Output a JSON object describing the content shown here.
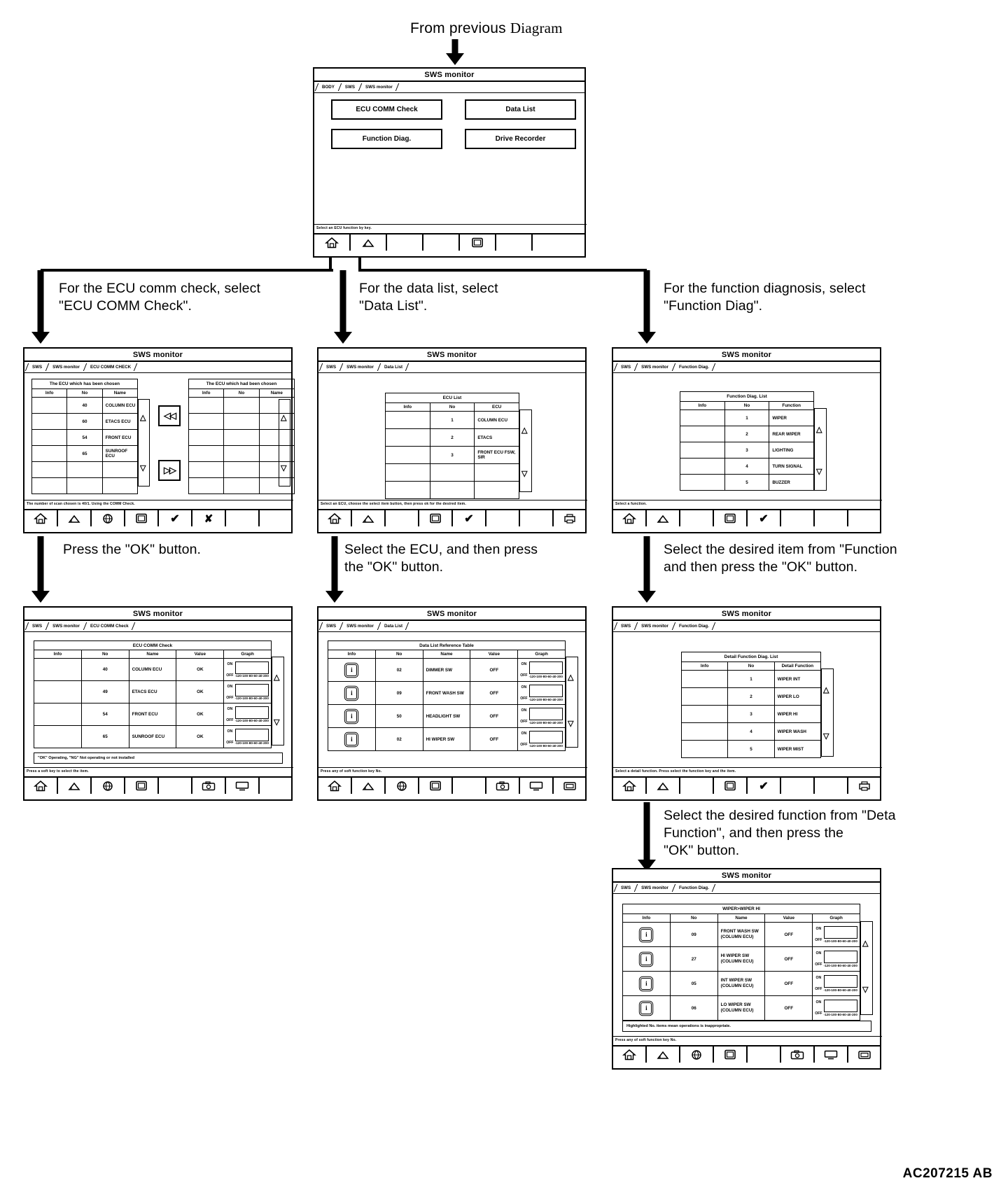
{
  "figure": {
    "code": "AC207215 AB",
    "top_caption": "From previous ",
    "top_caption_italic": "Diagram"
  },
  "instructions": {
    "ecu_comm": "For the ECU comm check, select\n\"ECU COMM Check\".",
    "data_list": "For the data list, select\n\"Data List\".",
    "function_diag": "For the function diagnosis, select\n\"Function Diag\".",
    "press_ok": "Press the \"OK\" button.",
    "select_ecu_ok": "Select the ECU, and then press\nthe \"OK\" button.",
    "select_item_function": "Select the desired item from \"Function\nand then press the \"OK\" button.",
    "select_detail_function": "Select the desired function from \"Deta\nFunction\", and then press the\n\"OK\" button."
  },
  "common": {
    "window_title": "SWS monitor",
    "info_glyph": "i",
    "up_arrow": "△",
    "down_arrow": "▽",
    "prev_arrow": "◁◁",
    "next_arrow": "▷▷",
    "check_glyph": "✔",
    "cross_glyph": "✘"
  },
  "screens": {
    "menu": {
      "title": "SWS monitor",
      "breadcrumbs": [
        "BODY",
        "SWS",
        "SWS monitor"
      ],
      "buttons": [
        "ECU COMM Check",
        "Data List",
        "Function Diag.",
        "Drive Recorder"
      ],
      "status": "Select an ECU function by key."
    },
    "ecu_comm_check_select": {
      "title": "SWS monitor",
      "breadcrumbs": [
        "SWS",
        "SWS monitor",
        "ECU COMM CHECK"
      ],
      "left_table_title": "The ECU which has been chosen",
      "right_table_title": "The ECU which had been chosen",
      "columns": [
        "Info",
        "No",
        "Name"
      ],
      "left_rows": [
        {
          "info": "",
          "no": "40",
          "name": "COLUMN ECU"
        },
        {
          "info": "",
          "no": "60",
          "name": "ETACS ECU"
        },
        {
          "info": "",
          "no": "54",
          "name": "FRONT ECU"
        },
        {
          "info": "",
          "no": "65",
          "name": "SUNROOF ECU"
        },
        {
          "info": "",
          "no": "",
          "name": ""
        },
        {
          "info": "",
          "no": "",
          "name": ""
        }
      ],
      "right_rows": [
        {
          "info": "",
          "no": "",
          "name": ""
        },
        {
          "info": "",
          "no": "",
          "name": ""
        },
        {
          "info": "",
          "no": "",
          "name": ""
        },
        {
          "info": "",
          "no": "",
          "name": ""
        },
        {
          "info": "",
          "no": "",
          "name": ""
        },
        {
          "info": "",
          "no": "",
          "name": ""
        }
      ],
      "status": "The number of scan chosen is 40/1. Using the COMM Check."
    },
    "ecu_comm_check_result": {
      "title": "SWS monitor",
      "breadcrumbs": [
        "SWS",
        "SWS monitor",
        "ECU COMM Check"
      ],
      "table_title": "ECU COMM Check",
      "columns": [
        "Info",
        "No",
        "Name",
        "Value",
        "Graph"
      ],
      "rows": [
        {
          "info": "",
          "no": "40",
          "name": "COLUMN ECU",
          "value": "OK"
        },
        {
          "info": "",
          "no": "49",
          "name": "ETACS ECU",
          "value": "OK"
        },
        {
          "info": "",
          "no": "54",
          "name": "FRONT ECU",
          "value": "OK"
        },
        {
          "info": "",
          "no": "65",
          "name": "SUNROOF ECU",
          "value": "OK"
        }
      ],
      "graph_labels": [
        "ON",
        "OFF"
      ],
      "graph_ticks": [
        "-120",
        "-100",
        "-80",
        "-60",
        "-40",
        "-20",
        "0"
      ],
      "note": "\"OK\" Operating, \"NG\" Not operating or not installed",
      "status": "Press a soft key to select the item."
    },
    "data_list_select": {
      "title": "SWS monitor",
      "breadcrumbs": [
        "SWS",
        "SWS monitor",
        "Data List"
      ],
      "table_title": "ECU List",
      "columns": [
        "Info",
        "No",
        "ECU"
      ],
      "rows": [
        {
          "info": "",
          "no": "1",
          "ecu": "COLUMN ECU"
        },
        {
          "info": "",
          "no": "2",
          "ecu": "ETACS"
        },
        {
          "info": "",
          "no": "3",
          "ecu": "FRONT ECU  FSW, SIR"
        },
        {
          "info": "",
          "no": "",
          "ecu": ""
        },
        {
          "info": "",
          "no": "",
          "ecu": ""
        }
      ],
      "status": "Select an ECU, choose the select item button, then press ok for the desired item."
    },
    "data_list_result": {
      "title": "SWS monitor",
      "breadcrumbs": [
        "SWS",
        "SWS monitor",
        "Data List"
      ],
      "table_title": "Data List Reference Table",
      "columns": [
        "Info",
        "No",
        "Name",
        "Value",
        "Graph"
      ],
      "rows": [
        {
          "info": "i",
          "no": "02",
          "name": "DIMMER SW",
          "value": "OFF"
        },
        {
          "info": "i",
          "no": "09",
          "name": "FRONT WASH SW",
          "value": "OFF"
        },
        {
          "info": "i",
          "no": "50",
          "name": "HEADLIGHT SW",
          "value": "OFF"
        },
        {
          "info": "i",
          "no": "02",
          "name": "HI WIPER SW",
          "value": "OFF"
        }
      ],
      "graph_labels": [
        "ON",
        "OFF"
      ],
      "graph_ticks": [
        "-120",
        "-100",
        "-80",
        "-60",
        "-40",
        "-20",
        "0"
      ],
      "status": "Press any of soft function key No."
    },
    "function_diag_select": {
      "title": "SWS monitor",
      "breadcrumbs": [
        "SWS",
        "SWS monitor",
        "Function Diag."
      ],
      "table_title": "Function Diag. List",
      "columns": [
        "Info",
        "No",
        "Function"
      ],
      "rows": [
        {
          "info": "",
          "no": "1",
          "function": "WIPER"
        },
        {
          "info": "",
          "no": "2",
          "function": "REAR WIPER"
        },
        {
          "info": "",
          "no": "3",
          "function": "LIGHTING"
        },
        {
          "info": "",
          "no": "4",
          "function": "TURN SIGNAL"
        },
        {
          "info": "",
          "no": "5",
          "function": "BUZZER"
        }
      ],
      "status": "Select a function."
    },
    "detail_function_diag_list": {
      "title": "SWS monitor",
      "breadcrumbs": [
        "SWS",
        "SWS monitor",
        "Function Diag."
      ],
      "table_title": "Detail Function Diag. List",
      "columns": [
        "Info",
        "No",
        "Detail Function"
      ],
      "rows": [
        {
          "info": "",
          "no": "1",
          "function": "WIPER INT"
        },
        {
          "info": "",
          "no": "2",
          "function": "WIPER LO"
        },
        {
          "info": "",
          "no": "3",
          "function": "WIPER HI"
        },
        {
          "info": "",
          "no": "4",
          "function": "WIPER WASH"
        },
        {
          "info": "",
          "no": "5",
          "function": "WIPER MIST"
        }
      ],
      "status": "Select a detail function. Press select the function key and the item."
    },
    "function_diag_result": {
      "title": "SWS monitor",
      "breadcrumbs": [
        "SWS",
        "SWS monitor",
        "Function Diag."
      ],
      "table_title": "WIPER>WIPER HI",
      "columns": [
        "Info",
        "No",
        "Name",
        "Value",
        "Graph"
      ],
      "rows": [
        {
          "info": "i",
          "no": "09",
          "name": "FRONT WASH SW\n(COLUMN ECU)",
          "value": "OFF"
        },
        {
          "info": "i",
          "no": "27",
          "name": "HI WIPER SW\n(COLUMN ECU)",
          "value": "OFF"
        },
        {
          "info": "i",
          "no": "05",
          "name": "INT WIPER SW\n(COLUMN ECU)",
          "value": "OFF"
        },
        {
          "info": "i",
          "no": "06",
          "name": "LO WIPER SW\n(COLUMN ECU)",
          "value": "OFF"
        }
      ],
      "graph_labels": [
        "ON",
        "OFF"
      ],
      "graph_ticks": [
        "-120",
        "-100",
        "-80",
        "-60",
        "-40",
        "-20",
        "0"
      ],
      "note": "Highlighted No. items mean operations is inappropriate.",
      "status": "Press any of soft function key No."
    }
  }
}
